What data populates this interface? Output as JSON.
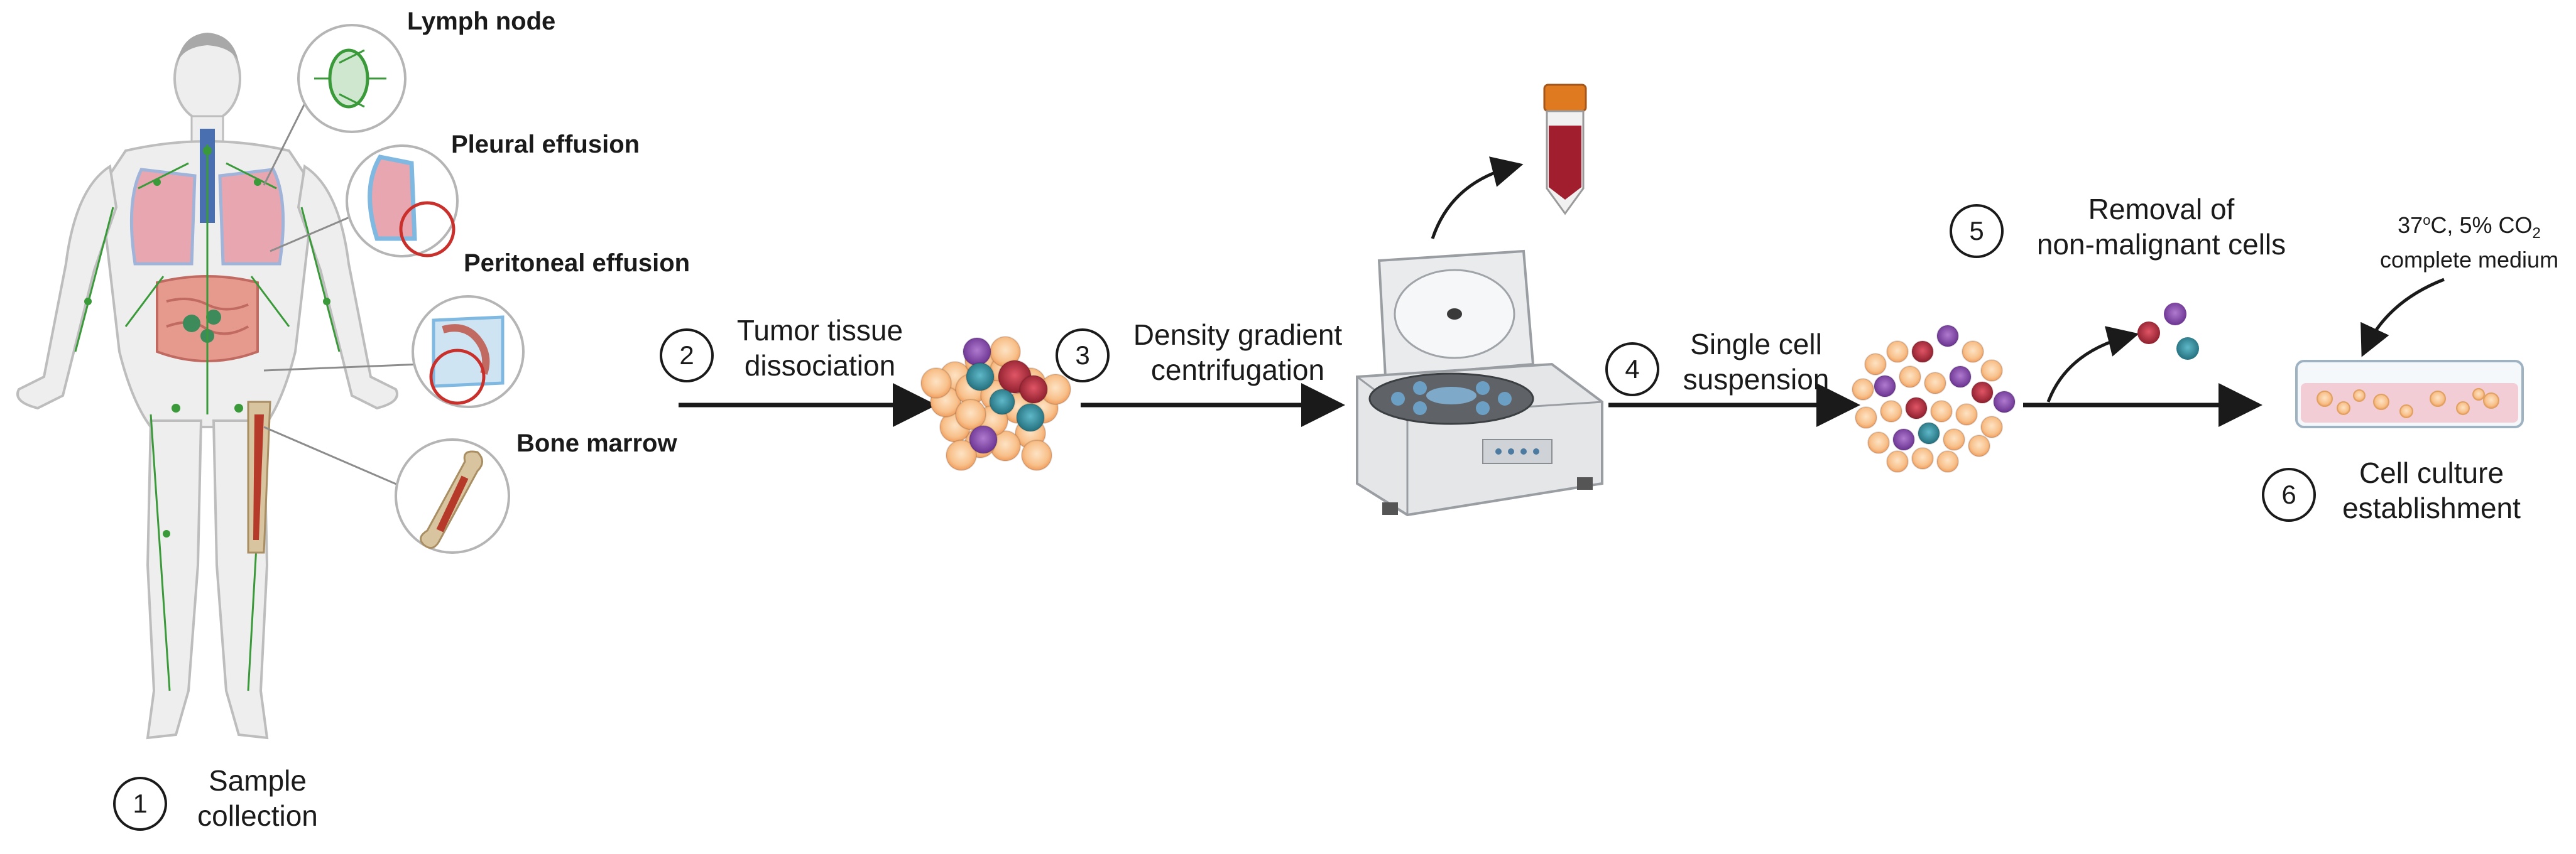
{
  "steps": [
    {
      "number": "1",
      "label_lines": [
        "Sample",
        "collection"
      ]
    },
    {
      "number": "2",
      "label_lines": [
        "Tumor tissue",
        "dissociation"
      ]
    },
    {
      "number": "3",
      "label_lines": [
        "Density gradient",
        "centrifugation"
      ]
    },
    {
      "number": "4",
      "label_lines": [
        "Single cell",
        "suspension"
      ]
    },
    {
      "number": "5",
      "label_lines": [
        "Removal of",
        "non-malignant cells"
      ]
    },
    {
      "number": "6",
      "label_lines": [
        "Cell culture",
        "establishment"
      ]
    }
  ],
  "sample_sites": [
    "Lymph node",
    "Pleural effusion",
    "Peritoneal effusion",
    "Bone marrow"
  ],
  "culture_conditions": {
    "temperature": "37",
    "degree": "o",
    "after_degree": "C, 5% CO",
    "co2_sub": "2",
    "medium": "complete medium"
  },
  "colors": {
    "arrow": "#1a1a1a",
    "lymph": "#3a9a3a",
    "lung": "#e8a7b0",
    "organ_outline": "#7fb8e0",
    "tumor_red": "#b02a3a",
    "tumor_purple": "#8a4bb0",
    "tumor_teal": "#2f8fa0",
    "tumor_orange": "#f5b27a",
    "tube_cap": "#e07a20",
    "tube_blood": "#a01e2e",
    "bone": "#d9c4a0",
    "marrow": "#b53a2a",
    "centrifuge_body": "#e4e6e8",
    "dish_medium": "#f2cdd6"
  }
}
